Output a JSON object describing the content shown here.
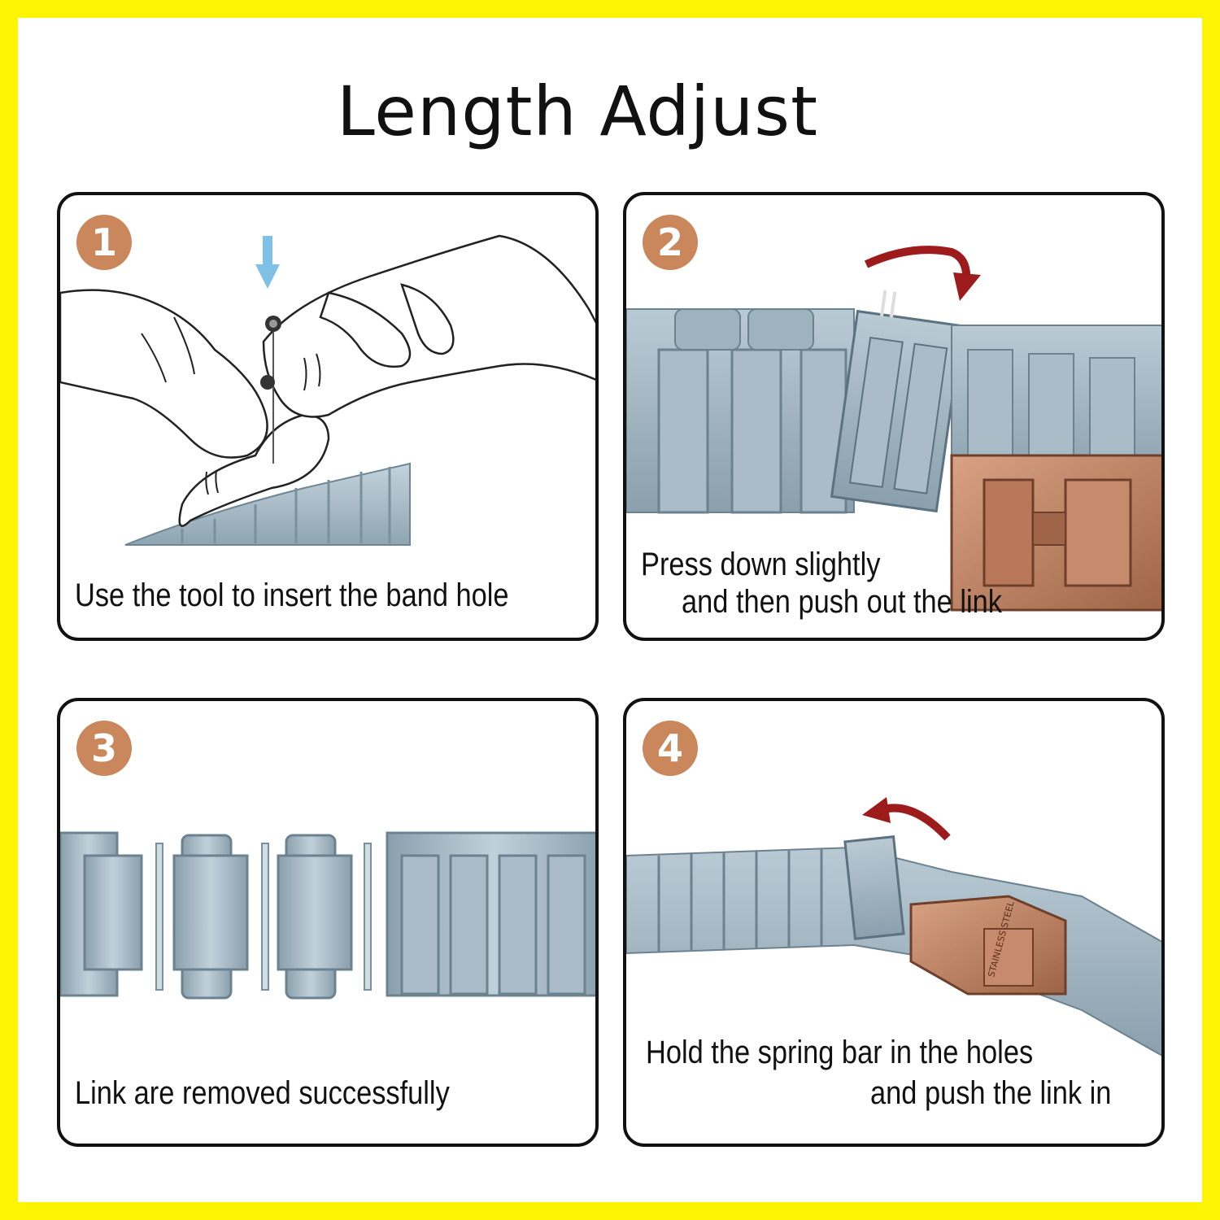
{
  "title": "Length Adjust",
  "steps": [
    {
      "number": "1",
      "caption": [
        "Use the tool to insert the band hole"
      ]
    },
    {
      "number": "2",
      "caption": [
        "Press down slightly",
        "and then push out the link"
      ]
    },
    {
      "number": "3",
      "caption": [
        "Link are removed successfully"
      ]
    },
    {
      "number": "4",
      "caption": [
        "Hold the spring bar in the holes",
        "and push the link in"
      ]
    }
  ],
  "clasp_engraving": "STAINLESS STEEL",
  "colors": {
    "border_yellow": "#fcf403",
    "badge": "#c9875b",
    "steel": "#9fb3bf",
    "copper": "#b9785a",
    "arrow_blue": "#7fc0e6",
    "arrow_red": "#9e1b1b"
  }
}
